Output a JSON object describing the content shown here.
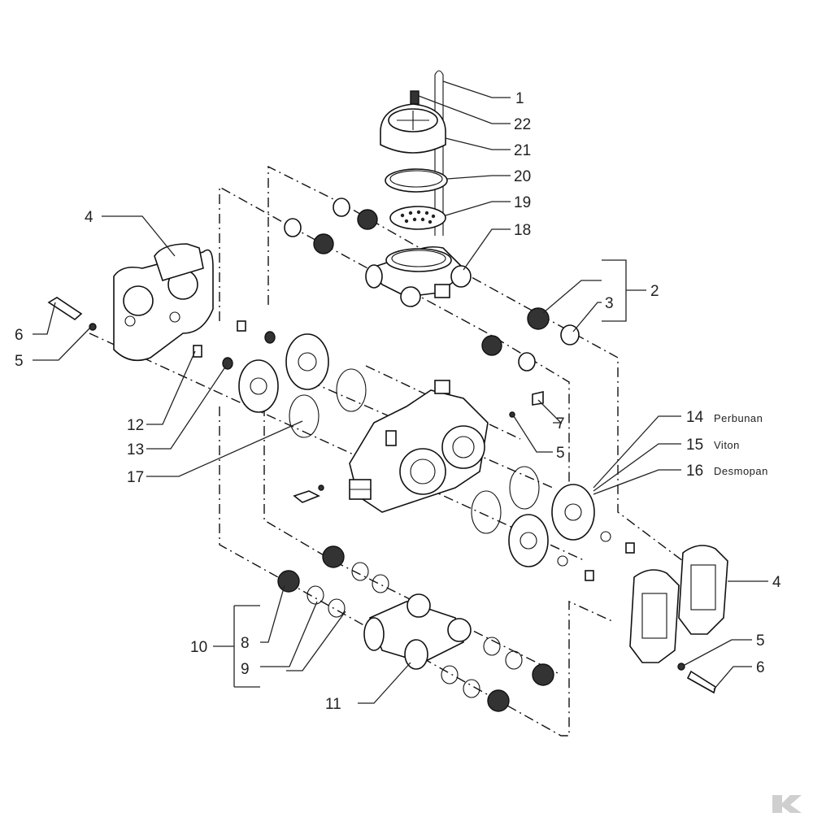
{
  "diagram": {
    "callouts": [
      {
        "id": "c1",
        "label": "1"
      },
      {
        "id": "c22",
        "label": "22"
      },
      {
        "id": "c21",
        "label": "21"
      },
      {
        "id": "c20",
        "label": "20"
      },
      {
        "id": "c19",
        "label": "19"
      },
      {
        "id": "c18",
        "label": "18"
      },
      {
        "id": "c2",
        "label": "2"
      },
      {
        "id": "c3",
        "label": "3"
      },
      {
        "id": "c4a",
        "label": "4"
      },
      {
        "id": "c6a",
        "label": "6"
      },
      {
        "id": "c5a",
        "label": "5"
      },
      {
        "id": "c12",
        "label": "12"
      },
      {
        "id": "c13",
        "label": "13"
      },
      {
        "id": "c17",
        "label": "17"
      },
      {
        "id": "c7",
        "label": "7"
      },
      {
        "id": "c5b",
        "label": "5"
      },
      {
        "id": "c14",
        "label": "14"
      },
      {
        "id": "c15",
        "label": "15"
      },
      {
        "id": "c16",
        "label": "16"
      },
      {
        "id": "c4b",
        "label": "4"
      },
      {
        "id": "c5c",
        "label": "5"
      },
      {
        "id": "c6b",
        "label": "6"
      },
      {
        "id": "c10",
        "label": "10"
      },
      {
        "id": "c8",
        "label": "8"
      },
      {
        "id": "c9",
        "label": "9"
      },
      {
        "id": "c11",
        "label": "11"
      }
    ],
    "materials": {
      "m14": "Perbunan",
      "m15": "Viton",
      "m16": "Desmopan"
    }
  }
}
